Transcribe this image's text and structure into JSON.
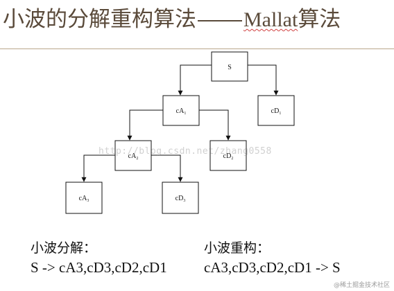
{
  "title": {
    "chinese": "小波的分解重构算法",
    "english": "Mallat",
    "suffix": "算法"
  },
  "tree": {
    "nodes": [
      {
        "id": "S",
        "base": "S",
        "sub": ""
      },
      {
        "id": "cA1",
        "base": "cA",
        "sub": "1"
      },
      {
        "id": "cD1",
        "base": "cD",
        "sub": "1"
      },
      {
        "id": "cA2",
        "base": "cA",
        "sub": "2"
      },
      {
        "id": "cD2",
        "base": "cD",
        "sub": "2"
      },
      {
        "id": "cA3",
        "base": "cA",
        "sub": "3"
      },
      {
        "id": "cD3",
        "base": "cD",
        "sub": "3"
      }
    ]
  },
  "watermark": "http://blog.csdn.net/zhang0558",
  "decomposition": {
    "heading": "小波分解：",
    "formula": "S -> cA3,cD3,cD2,cD1"
  },
  "reconstruction": {
    "heading": "小波重构：",
    "formula": "cA3,cD3,cD2,cD1 -> S"
  },
  "corner_mark": "@稀土掘金技术社区",
  "colors": {
    "title": "#5a4a3a",
    "rule": "#b9a68a",
    "line": "#111111"
  }
}
